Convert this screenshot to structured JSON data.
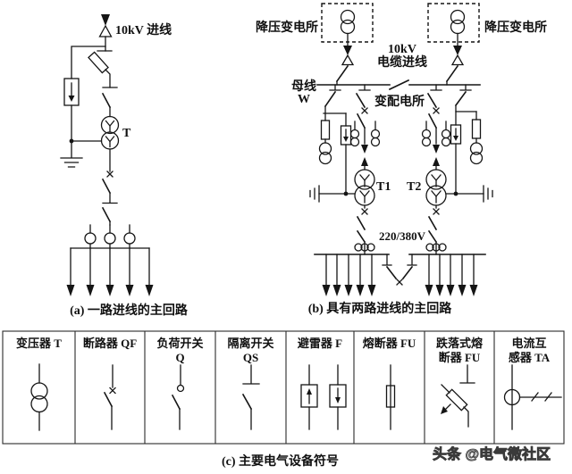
{
  "colors": {
    "line": "#151515",
    "background": "#ffffff",
    "watermark_fill": "#bdbdbd"
  },
  "diagram_a": {
    "incoming_label": "10kV 进线",
    "transformer_label": "T",
    "caption": "(a) 一路进线的主回路"
  },
  "diagram_b": {
    "substation_left": "降压变电所",
    "substation_right": "降压变电所",
    "cable_line1": "10kV",
    "cable_line2": "电缆进线",
    "bus_line1": "母线",
    "bus_line2": "W",
    "distribution_label": "变配电所",
    "t1_label": "T1",
    "t2_label": "T2",
    "lv_label": "220/380V",
    "caption": "(b) 具有两路进线的主回路"
  },
  "symbol_table": {
    "caption": "(c) 主要电气设备符号",
    "columns": [
      {
        "line1": "变压器 T",
        "line2": ""
      },
      {
        "line1": "断路器 QF",
        "line2": ""
      },
      {
        "line1": "负荷开关",
        "line2": "Q"
      },
      {
        "line1": "隔离开关",
        "line2": "QS"
      },
      {
        "line1": "避雷器 F",
        "line2": ""
      },
      {
        "line1": "熔断器 FU",
        "line2": ""
      },
      {
        "line1": "跌落式熔",
        "line2": "断器 FU"
      },
      {
        "line1": "电流互",
        "line2": "感器 TA"
      }
    ]
  },
  "watermark": "头条 @电气微社区"
}
